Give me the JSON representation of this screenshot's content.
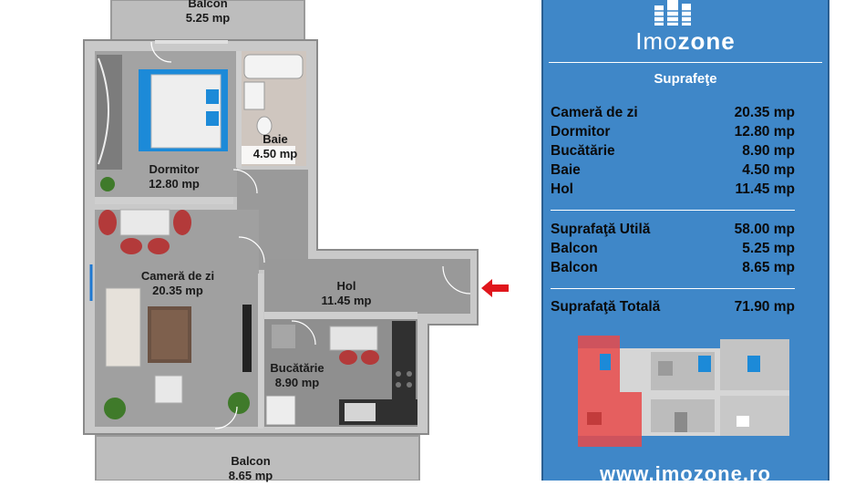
{
  "plan": {
    "rooms": [
      {
        "name": "Balcon",
        "area": "5.25 mp"
      },
      {
        "name": "Dormitor",
        "area": "12.80 mp"
      },
      {
        "name": "Baie",
        "area": "4.50 mp"
      },
      {
        "name": "Cameră de zi",
        "area": "20.35 mp"
      },
      {
        "name": "Hol",
        "area": "11.45 mp"
      },
      {
        "name": "Bucătărie",
        "area": "8.90 mp"
      },
      {
        "name": "Balcon",
        "area": "8.65 mp"
      }
    ],
    "colors": {
      "wall": "#c9c9c9",
      "floor": "#9d9d9d",
      "arrow": "#e0161c",
      "bedCover": "#1c8ad8"
    }
  },
  "panel": {
    "brand_light": "Imo",
    "brand_bold": "zone",
    "section_title": "Suprafeţe",
    "rows": [
      {
        "label": "Cameră de zi",
        "value": "20.35 mp"
      },
      {
        "label": "Dormitor",
        "value": "12.80 mp"
      },
      {
        "label": "Bucătărie",
        "value": "8.90 mp"
      },
      {
        "label": "Baie",
        "value": "4.50 mp"
      },
      {
        "label": "Hol",
        "value": "11.45 mp"
      }
    ],
    "useful_label": "Suprafaţă Utilă",
    "useful_value": "58.00 mp",
    "balconies": [
      {
        "label": "Balcon",
        "value": "5.25 mp"
      },
      {
        "label": "Balcon",
        "value": "8.65 mp"
      }
    ],
    "total_label": "Suprafaţă Totală",
    "total_value": "71.90 mp",
    "url": "www.imozone.ro",
    "colors": {
      "background": "#3f87c8",
      "highlight": "#e84a4a"
    }
  }
}
